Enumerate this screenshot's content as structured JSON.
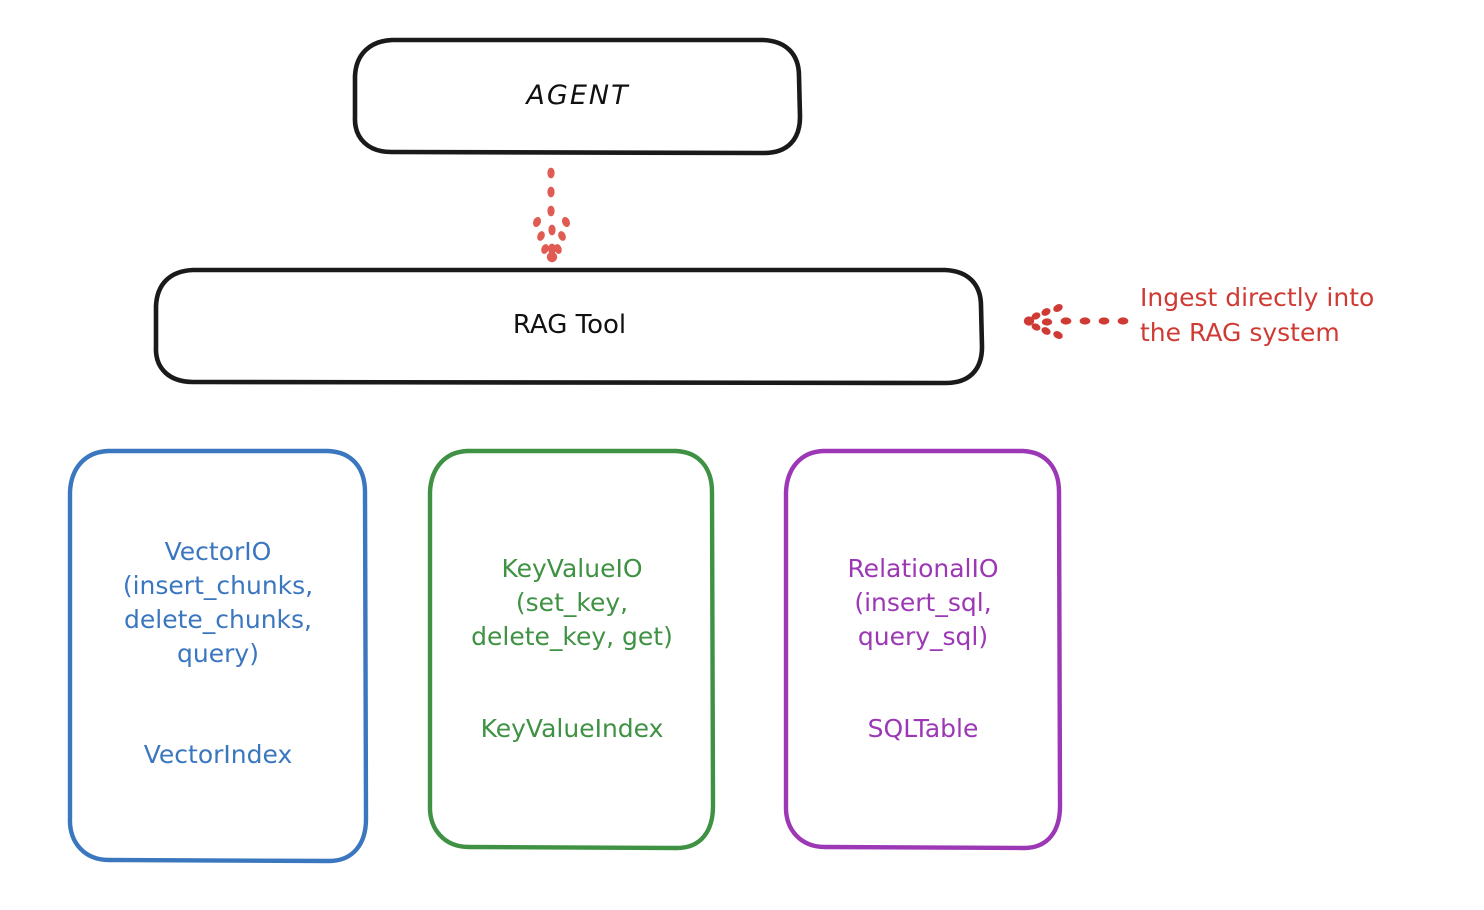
{
  "diagram": {
    "title_node": {
      "label": "AGENT"
    },
    "tool_node": {
      "label": "RAG Tool"
    },
    "annotation": {
      "text": "Ingest directly into\nthe RAG system",
      "color": "#cf3b34",
      "arrow": "dotted-arrow-left-icon"
    },
    "flow_arrow": {
      "name": "dotted-arrow-down-icon",
      "color": "#e05c52",
      "from": "AGENT",
      "to": "RAG Tool"
    },
    "columns": [
      {
        "id": "vector",
        "api": "VectorIO\n(insert_chunks,\ndelete_chunks,\nquery)",
        "index": "VectorIndex",
        "color": "#3b77bf"
      },
      {
        "id": "keyvalue",
        "api": "KeyValueIO\n(set_key,\ndelete_key, get)",
        "index": "KeyValueIndex",
        "color": "#3f9243"
      },
      {
        "id": "relational",
        "api": "RelationalIO\n(insert_sql,\nquery_sql)",
        "index": "SQLTable",
        "color": "#9c38b5"
      }
    ],
    "colors": {
      "outline": "#1a1a1a",
      "background": "#ffffff",
      "accent_red": "#cf3b34",
      "arrow_red": "#e05c52"
    }
  }
}
